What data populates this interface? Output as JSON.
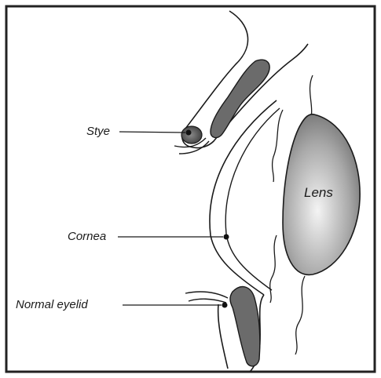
{
  "labels": {
    "stye": "Stye",
    "cornea": "Cornea",
    "normal_eyelid": "Normal eyelid",
    "lens": "Lens"
  },
  "colors": {
    "frame": "#222222",
    "outline": "#1a1a1a",
    "tarsal_plate": "#6b6b6b",
    "lens_light": "#f2f2f2",
    "lens_dark": "#5a5a5a"
  }
}
